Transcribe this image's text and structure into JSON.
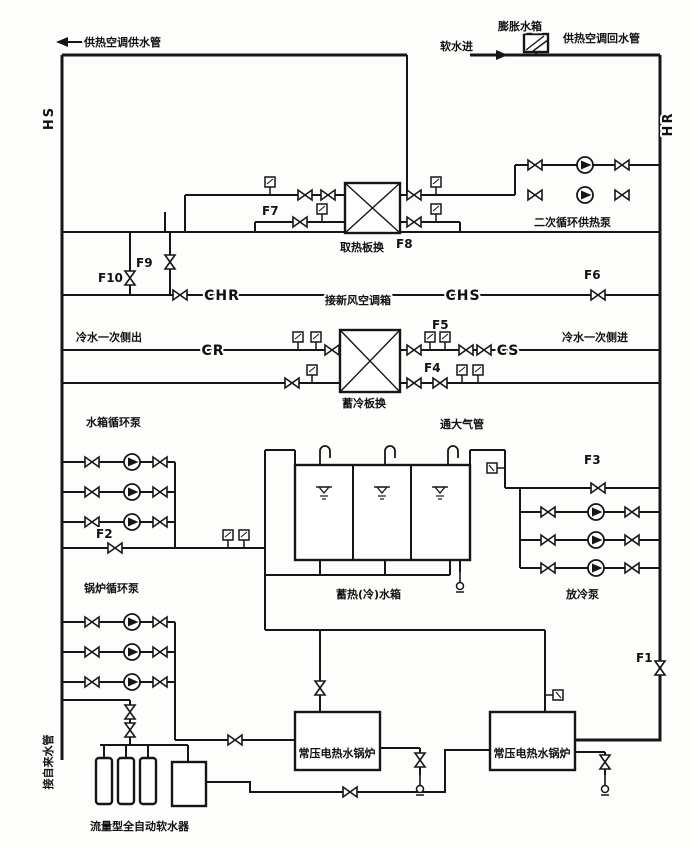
{
  "diagram": {
    "labels": {
      "supply_pipe": "供热空调供水管",
      "hs": "HS",
      "expansion_tank": "膨胀水箱",
      "soft_water_in": "软水进",
      "return_pipe": "供热空调回水管",
      "hr": "HR",
      "f7": "F7",
      "f8": "F8",
      "hx1": "取热板换",
      "secondary_pump": "二次循环供热泵",
      "f9": "F9",
      "f10": "F10",
      "chr": "CHR",
      "ahu": "接新风空调箱",
      "chs": "CHS",
      "f6": "F6",
      "chilled_out": "冷水一次侧出",
      "cr": "CR",
      "f5": "F5",
      "cs": "CS",
      "chilled_in": "冷水一次侧进",
      "hx2": "蓄冷板换",
      "f4": "F4",
      "tank_pump": "水箱循环泵",
      "vent": "通大气管",
      "f3": "F3",
      "f2": "F2",
      "tank": "蓄热(冷)水箱",
      "cold_pump": "放冷泵",
      "boiler_pump": "锅炉循环泵",
      "f1": "F1",
      "boiler1": "常压电热水锅炉",
      "boiler2": "常压电热水锅炉",
      "tap_water": "接自来水管",
      "softener": "流量型全自动软水器"
    }
  }
}
